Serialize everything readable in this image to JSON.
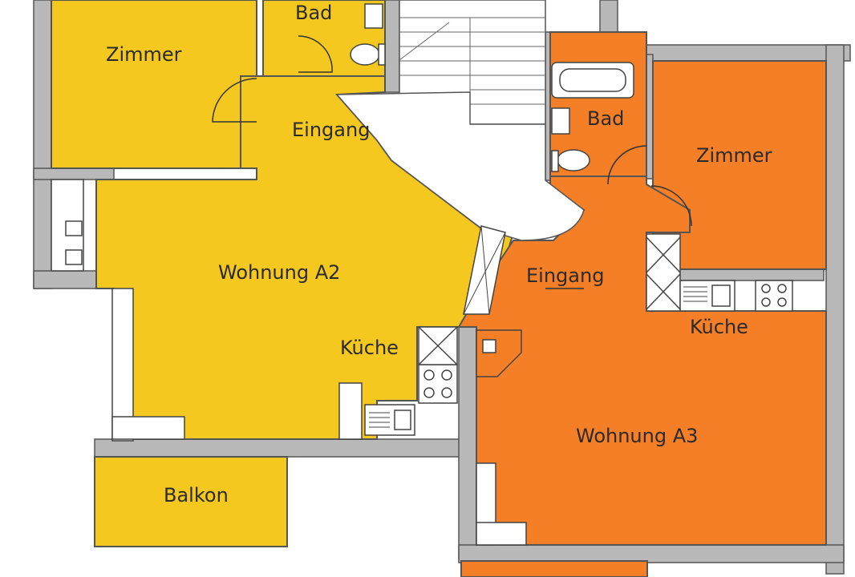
{
  "colors": {
    "apartment_a2": "#F5C81F",
    "apartment_a3": "#F47F26",
    "wall": "#B9B9B9",
    "wall_outline": "#555555",
    "stair": "#ffffff",
    "fixture": "#ffffff"
  },
  "a2": {
    "zimmer": "Zimmer",
    "bad": "Bad",
    "eingang": "Eingang",
    "name": "Wohnung A2",
    "kueche": "Küche",
    "balkon": "Balkon"
  },
  "a3": {
    "bad": "Bad",
    "zimmer": "Zimmer",
    "eingang": "Eingang",
    "kueche": "Küche",
    "name": "Wohnung A3"
  }
}
